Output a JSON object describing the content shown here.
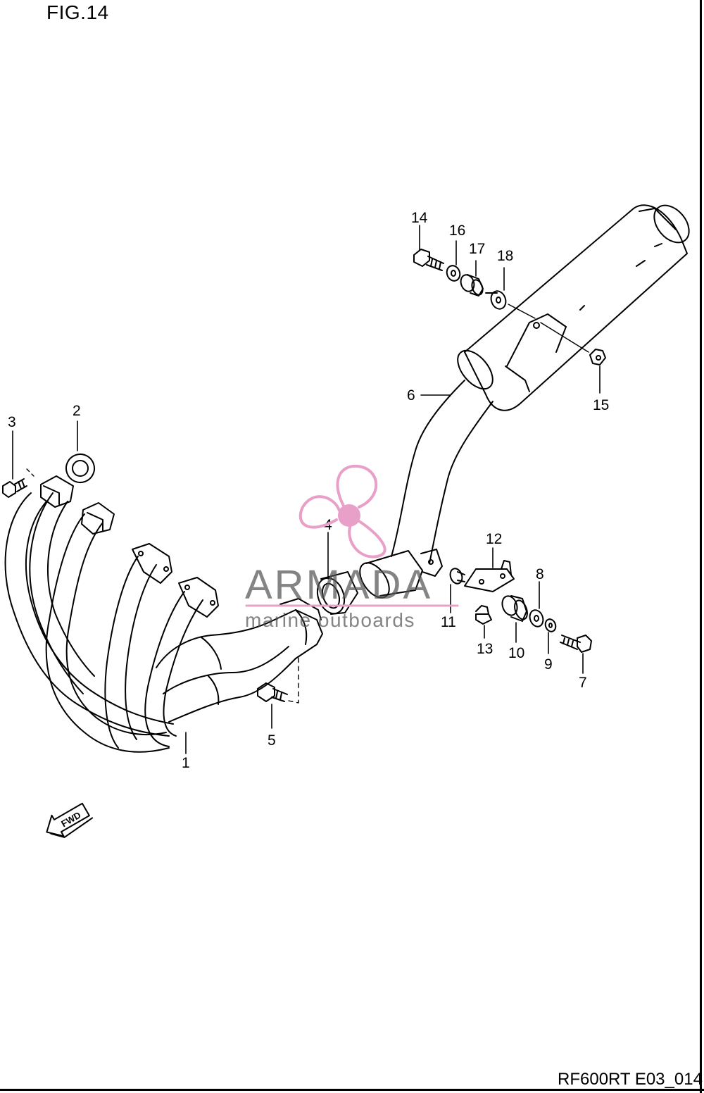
{
  "figure": {
    "title": "FIG.14",
    "code": "RF600RT E03_014"
  },
  "callouts": [
    {
      "id": 1,
      "label": "1"
    },
    {
      "id": 2,
      "label": "2"
    },
    {
      "id": 3,
      "label": "3"
    },
    {
      "id": 4,
      "label": "4"
    },
    {
      "id": 5,
      "label": "5"
    },
    {
      "id": 6,
      "label": "6"
    },
    {
      "id": 7,
      "label": "7"
    },
    {
      "id": 8,
      "label": "8"
    },
    {
      "id": 9,
      "label": "9"
    },
    {
      "id": 10,
      "label": "10"
    },
    {
      "id": 11,
      "label": "11"
    },
    {
      "id": 12,
      "label": "12"
    },
    {
      "id": 13,
      "label": "13"
    },
    {
      "id": 14,
      "label": "14"
    },
    {
      "id": 15,
      "label": "15"
    },
    {
      "id": 16,
      "label": "16"
    },
    {
      "id": 17,
      "label": "17"
    },
    {
      "id": 18,
      "label": "18"
    }
  ],
  "fwd_marker": {
    "label": "FWD",
    "icon": "forward-arrow-icon"
  },
  "watermark": {
    "brand": "ARMADA",
    "tagline": "marine outboards",
    "icon": "propeller-logo-icon",
    "color": "#e8a0c8"
  }
}
